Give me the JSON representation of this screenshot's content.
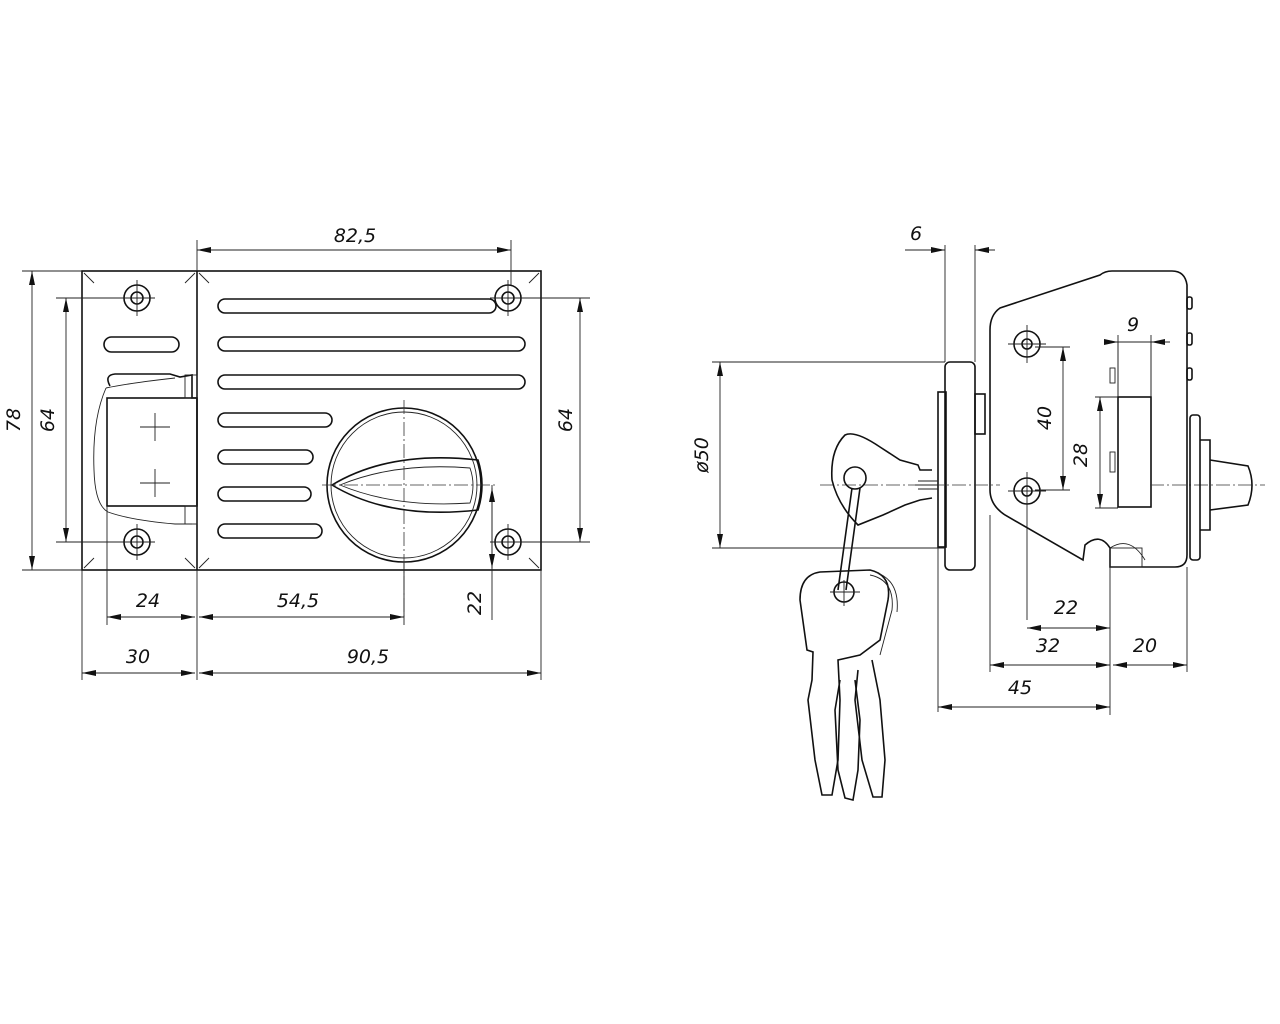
{
  "front_view": {
    "dimensions": {
      "width_between_holes": "82,5",
      "overall_height": "78",
      "hole_spacing_left": "64",
      "hole_spacing_right": "64",
      "bolt_width": "24",
      "knob_offset": "54,5",
      "knob_height": "22",
      "bolt_housing_width": "30",
      "body_width": "90,5"
    }
  },
  "side_view": {
    "dimensions": {
      "plate_thickness": "6",
      "rosette_diameter": "ø50",
      "bolt_thickness": "9",
      "hole_spacing": "40",
      "bolt_height": "28",
      "hole_to_bolt": "22",
      "body_depth": "32",
      "knob_projection": "20",
      "cylinder_depth": "45"
    }
  },
  "colors": {
    "line": "#111111",
    "background": "#ffffff"
  }
}
